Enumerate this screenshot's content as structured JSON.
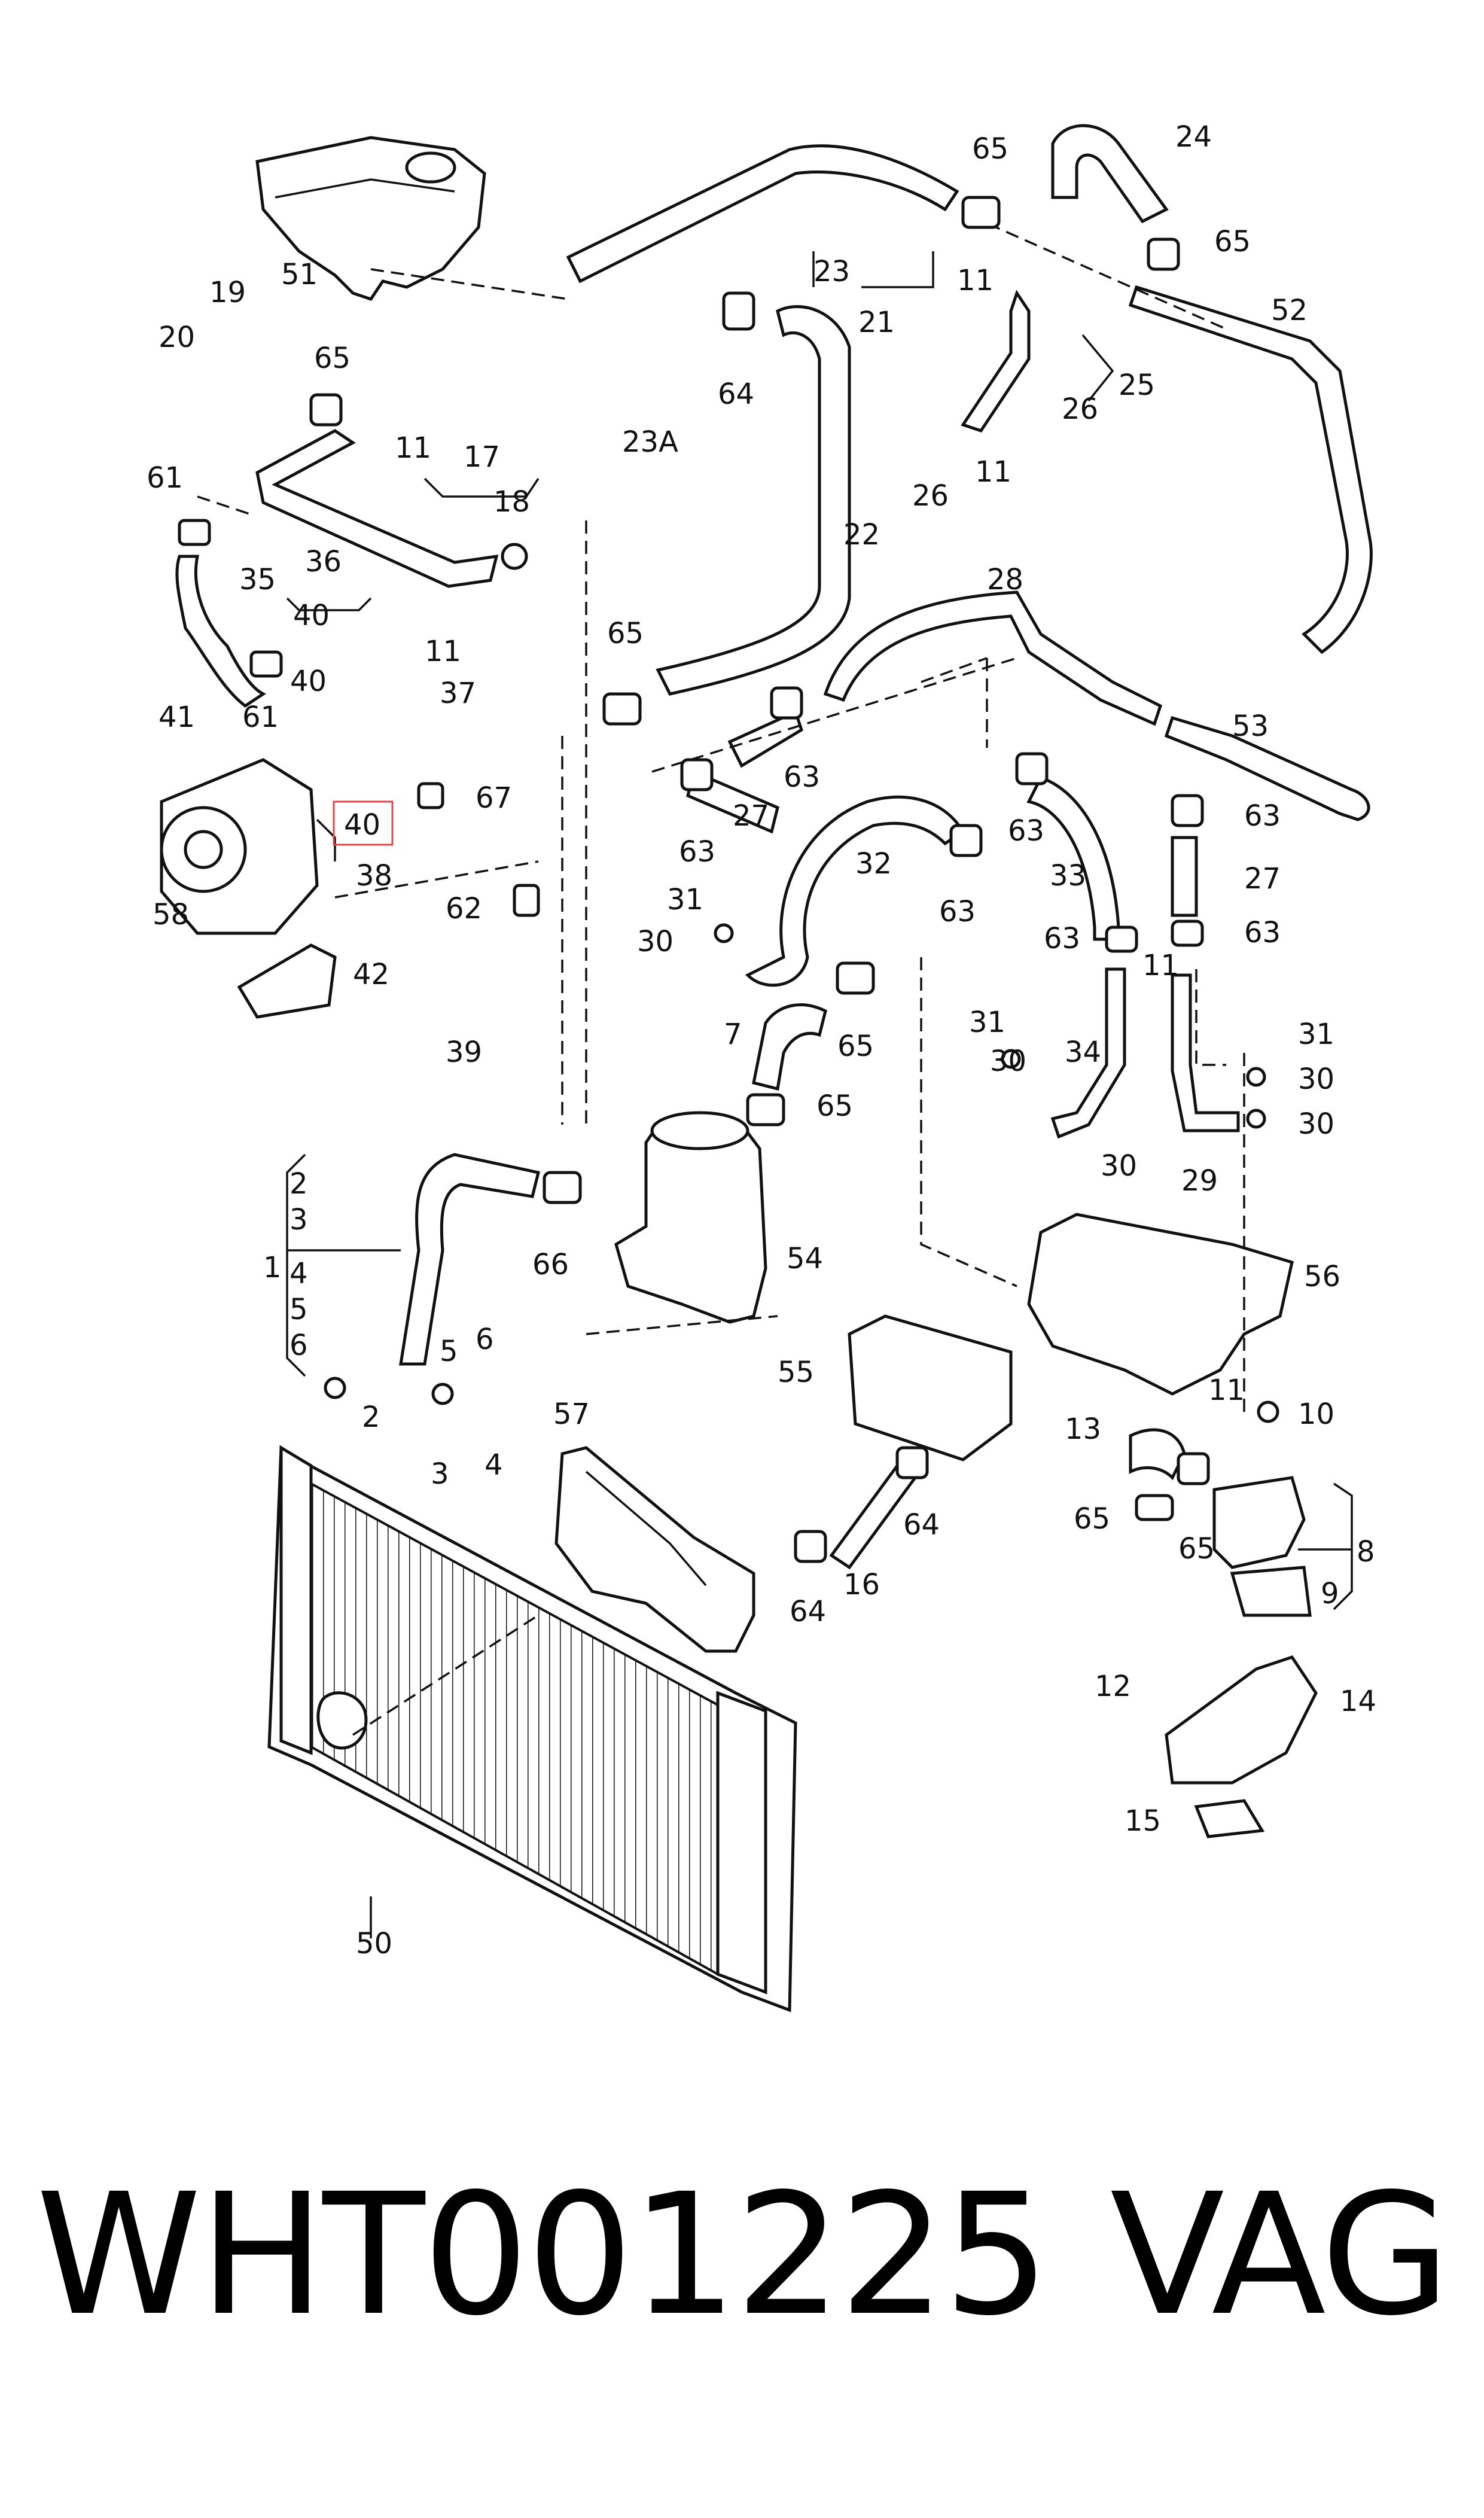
{
  "labels": {
    "l1": "1",
    "l2": "2",
    "l2b": "2",
    "l3": "3",
    "l3b": "3",
    "l4": "4",
    "l4b": "4",
    "l5": "5",
    "l5b": "5",
    "l6": "6",
    "l6b": "6",
    "l7": "7",
    "l8": "8",
    "l9": "9",
    "l10": "10",
    "l11a": "11",
    "l11b": "11",
    "l11c": "11",
    "l11d": "11",
    "l11e": "11",
    "l11f": "11",
    "l12": "12",
    "l13": "13",
    "l14": "14",
    "l15": "15",
    "l16": "16",
    "l17": "17",
    "l18": "18",
    "l19": "19",
    "l20": "20",
    "l21": "21",
    "l22": "22",
    "l23": "23",
    "l23a": "23A",
    "l24": "24",
    "l25": "25",
    "l26a": "26",
    "l26b": "26",
    "l27a": "27",
    "l27b": "27",
    "l28": "28",
    "l29": "29",
    "l30a": "30",
    "l30b": "30",
    "l30c": "30",
    "l30d": "30",
    "l30e": "30",
    "l31a": "31",
    "l31b": "31",
    "l31c": "31",
    "l32": "32",
    "l33": "33",
    "l34": "34",
    "l35": "35",
    "l36": "36",
    "l37": "37",
    "l38": "38",
    "l39": "39",
    "l40a": "40",
    "l40b": "40",
    "l40c": "40",
    "l41": "41",
    "l42": "42",
    "l50": "50",
    "l51": "51",
    "l52": "52",
    "l53": "53",
    "l54": "54",
    "l55": "55",
    "l56": "56",
    "l57": "57",
    "l58": "58",
    "l61a": "61",
    "l61b": "61",
    "l62": "62",
    "l63a": "63",
    "l63b": "63",
    "l63c": "63",
    "l63d": "63",
    "l63e": "63",
    "l63f": "63",
    "l63g": "63",
    "l64a": "64",
    "l64b": "64",
    "l64c": "64",
    "l65a": "65",
    "l65b": "65",
    "l65c": "65",
    "l65d": "65",
    "l65e": "65",
    "l65f": "65",
    "l65g": "65",
    "l65h": "65",
    "l66": "66",
    "l67": "67"
  },
  "highlight_color": "#e0474c",
  "footer": {
    "part_number": "WHT001225",
    "brand": "VAG"
  }
}
